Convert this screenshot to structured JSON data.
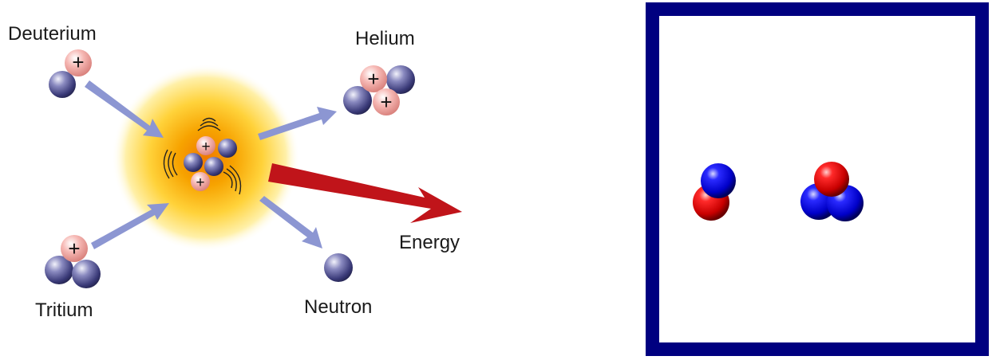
{
  "diagram": {
    "labels": {
      "deuterium": "Deuterium",
      "tritium": "Tritium",
      "helium": "Helium",
      "neutron": "Neutron",
      "energy": "Energy"
    },
    "proton_symbol": "+",
    "colors": {
      "proton": "#f4a9a6",
      "neutron": "#4a4a8c",
      "arrow": "#8c96d2",
      "energy_arrow": "#c0141a",
      "glow_core": "#f08a00",
      "glow_outer": "#ffe680"
    }
  },
  "animation": {
    "frame_color": "#000080",
    "sphere_colors": {
      "red": "#e00000",
      "blue": "#1010e0"
    }
  }
}
